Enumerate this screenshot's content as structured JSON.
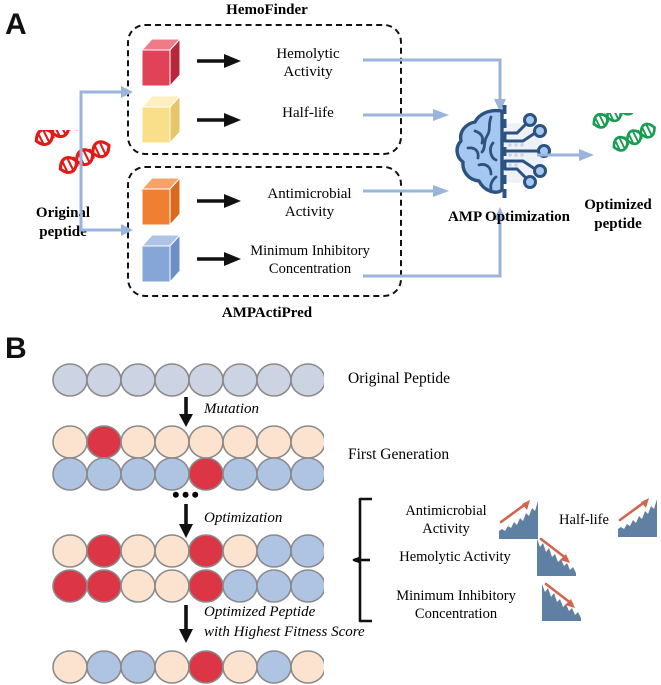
{
  "figure": {
    "panel_a_letter": "A",
    "panel_b_letter": "B"
  },
  "panel_a": {
    "group_top_title": "HemoFinder",
    "group_bottom_title": "AMPActiPred",
    "input_label_line1": "Original",
    "input_label_line2": "peptide",
    "output_label_line1": "Optimized",
    "output_label_line2": "peptide",
    "center_label": "AMP Optimization",
    "predictions": [
      {
        "name": "hemolytic-activity",
        "line1": "Hemolytic",
        "line2": "Activity",
        "cube_color": "#e04257",
        "cube_top": "#ef7b88",
        "cube_side": "#b8273c"
      },
      {
        "name": "half-life",
        "line1": "Half-life",
        "line2": "",
        "cube_color": "#fadf8b",
        "cube_top": "#fdefbe",
        "cube_side": "#e8c567"
      },
      {
        "name": "antimicrobial-activity",
        "line1": "Antimicrobial",
        "line2": "Activity",
        "cube_color": "#ef8033",
        "cube_top": "#f4a468",
        "cube_side": "#d96a1d"
      },
      {
        "name": "minimum-inhibitory-concentration",
        "line1": "Minimum Inhibitory",
        "line2": "Concentration",
        "cube_color": "#86a6d8",
        "cube_top": "#adc4e4",
        "cube_side": "#6b8fc6"
      }
    ],
    "colors": {
      "connector_blue": "#9ab4dc",
      "brain_fill": "#a6c8f0",
      "brain_stroke": "#2c5282",
      "input_helix": "#e01b18",
      "output_helix": "#1a9c52",
      "dashed_border": "#111111"
    }
  },
  "panel_b": {
    "rows": [
      {
        "name": "original-peptide-row",
        "label": "Original Peptide",
        "beads": [
          "gray",
          "gray",
          "gray",
          "gray",
          "gray",
          "gray",
          "gray",
          "gray"
        ]
      },
      {
        "name": "first-generation-row-1",
        "label": "",
        "beads": [
          "peach",
          "red",
          "peach",
          "peach",
          "peach",
          "peach",
          "peach",
          "peach"
        ]
      },
      {
        "name": "first-generation-row-2",
        "label": "First Generation",
        "beads": [
          "blue",
          "blue",
          "blue",
          "blue",
          "red",
          "blue",
          "blue",
          "blue"
        ]
      },
      {
        "name": "optimized-row-1",
        "label": "",
        "beads": [
          "peach",
          "red",
          "peach",
          "peach",
          "red",
          "peach",
          "blue",
          "blue"
        ]
      },
      {
        "name": "optimized-row-2",
        "label": "",
        "beads": [
          "red",
          "red",
          "peach",
          "peach",
          "red",
          "blue",
          "blue",
          "blue"
        ]
      },
      {
        "name": "final-peptide-row",
        "label": "",
        "beads": [
          "peach",
          "blue",
          "blue",
          "peach",
          "red",
          "peach",
          "blue",
          "peach"
        ]
      }
    ],
    "label_original": "Original Peptide",
    "label_first_generation": "First Generation",
    "step_mutation": "Mutation",
    "step_optimization": "Optimization",
    "step_final_line1": "Optimized Peptide",
    "step_final_line2": "with Highest Fitness Score",
    "ellipsis": "•••",
    "metrics": [
      {
        "name": "antimicrobial-activity",
        "line1": "Antimicrobial",
        "line2": "Activity",
        "trend": "up"
      },
      {
        "name": "half-life",
        "line1": "Half-life",
        "line2": "",
        "trend": "up"
      },
      {
        "name": "hemolytic-activity",
        "line1": "Hemolytic Activity",
        "line2": "",
        "trend": "down"
      },
      {
        "name": "minimum-inhibitory-concentration",
        "line1": "Minimum Inhibitory",
        "line2": "Concentration",
        "trend": "down"
      }
    ],
    "colors": {
      "bead_gray": "#ccd3e2",
      "bead_peach": "#fbe3cf",
      "bead_blue": "#afc3e2",
      "bead_red": "#dc3545",
      "bead_stroke": "#8a8a8a",
      "spark_fill": "#5f7fa3",
      "spark_arrow": "#d2654f",
      "bracket": "#111111"
    }
  }
}
